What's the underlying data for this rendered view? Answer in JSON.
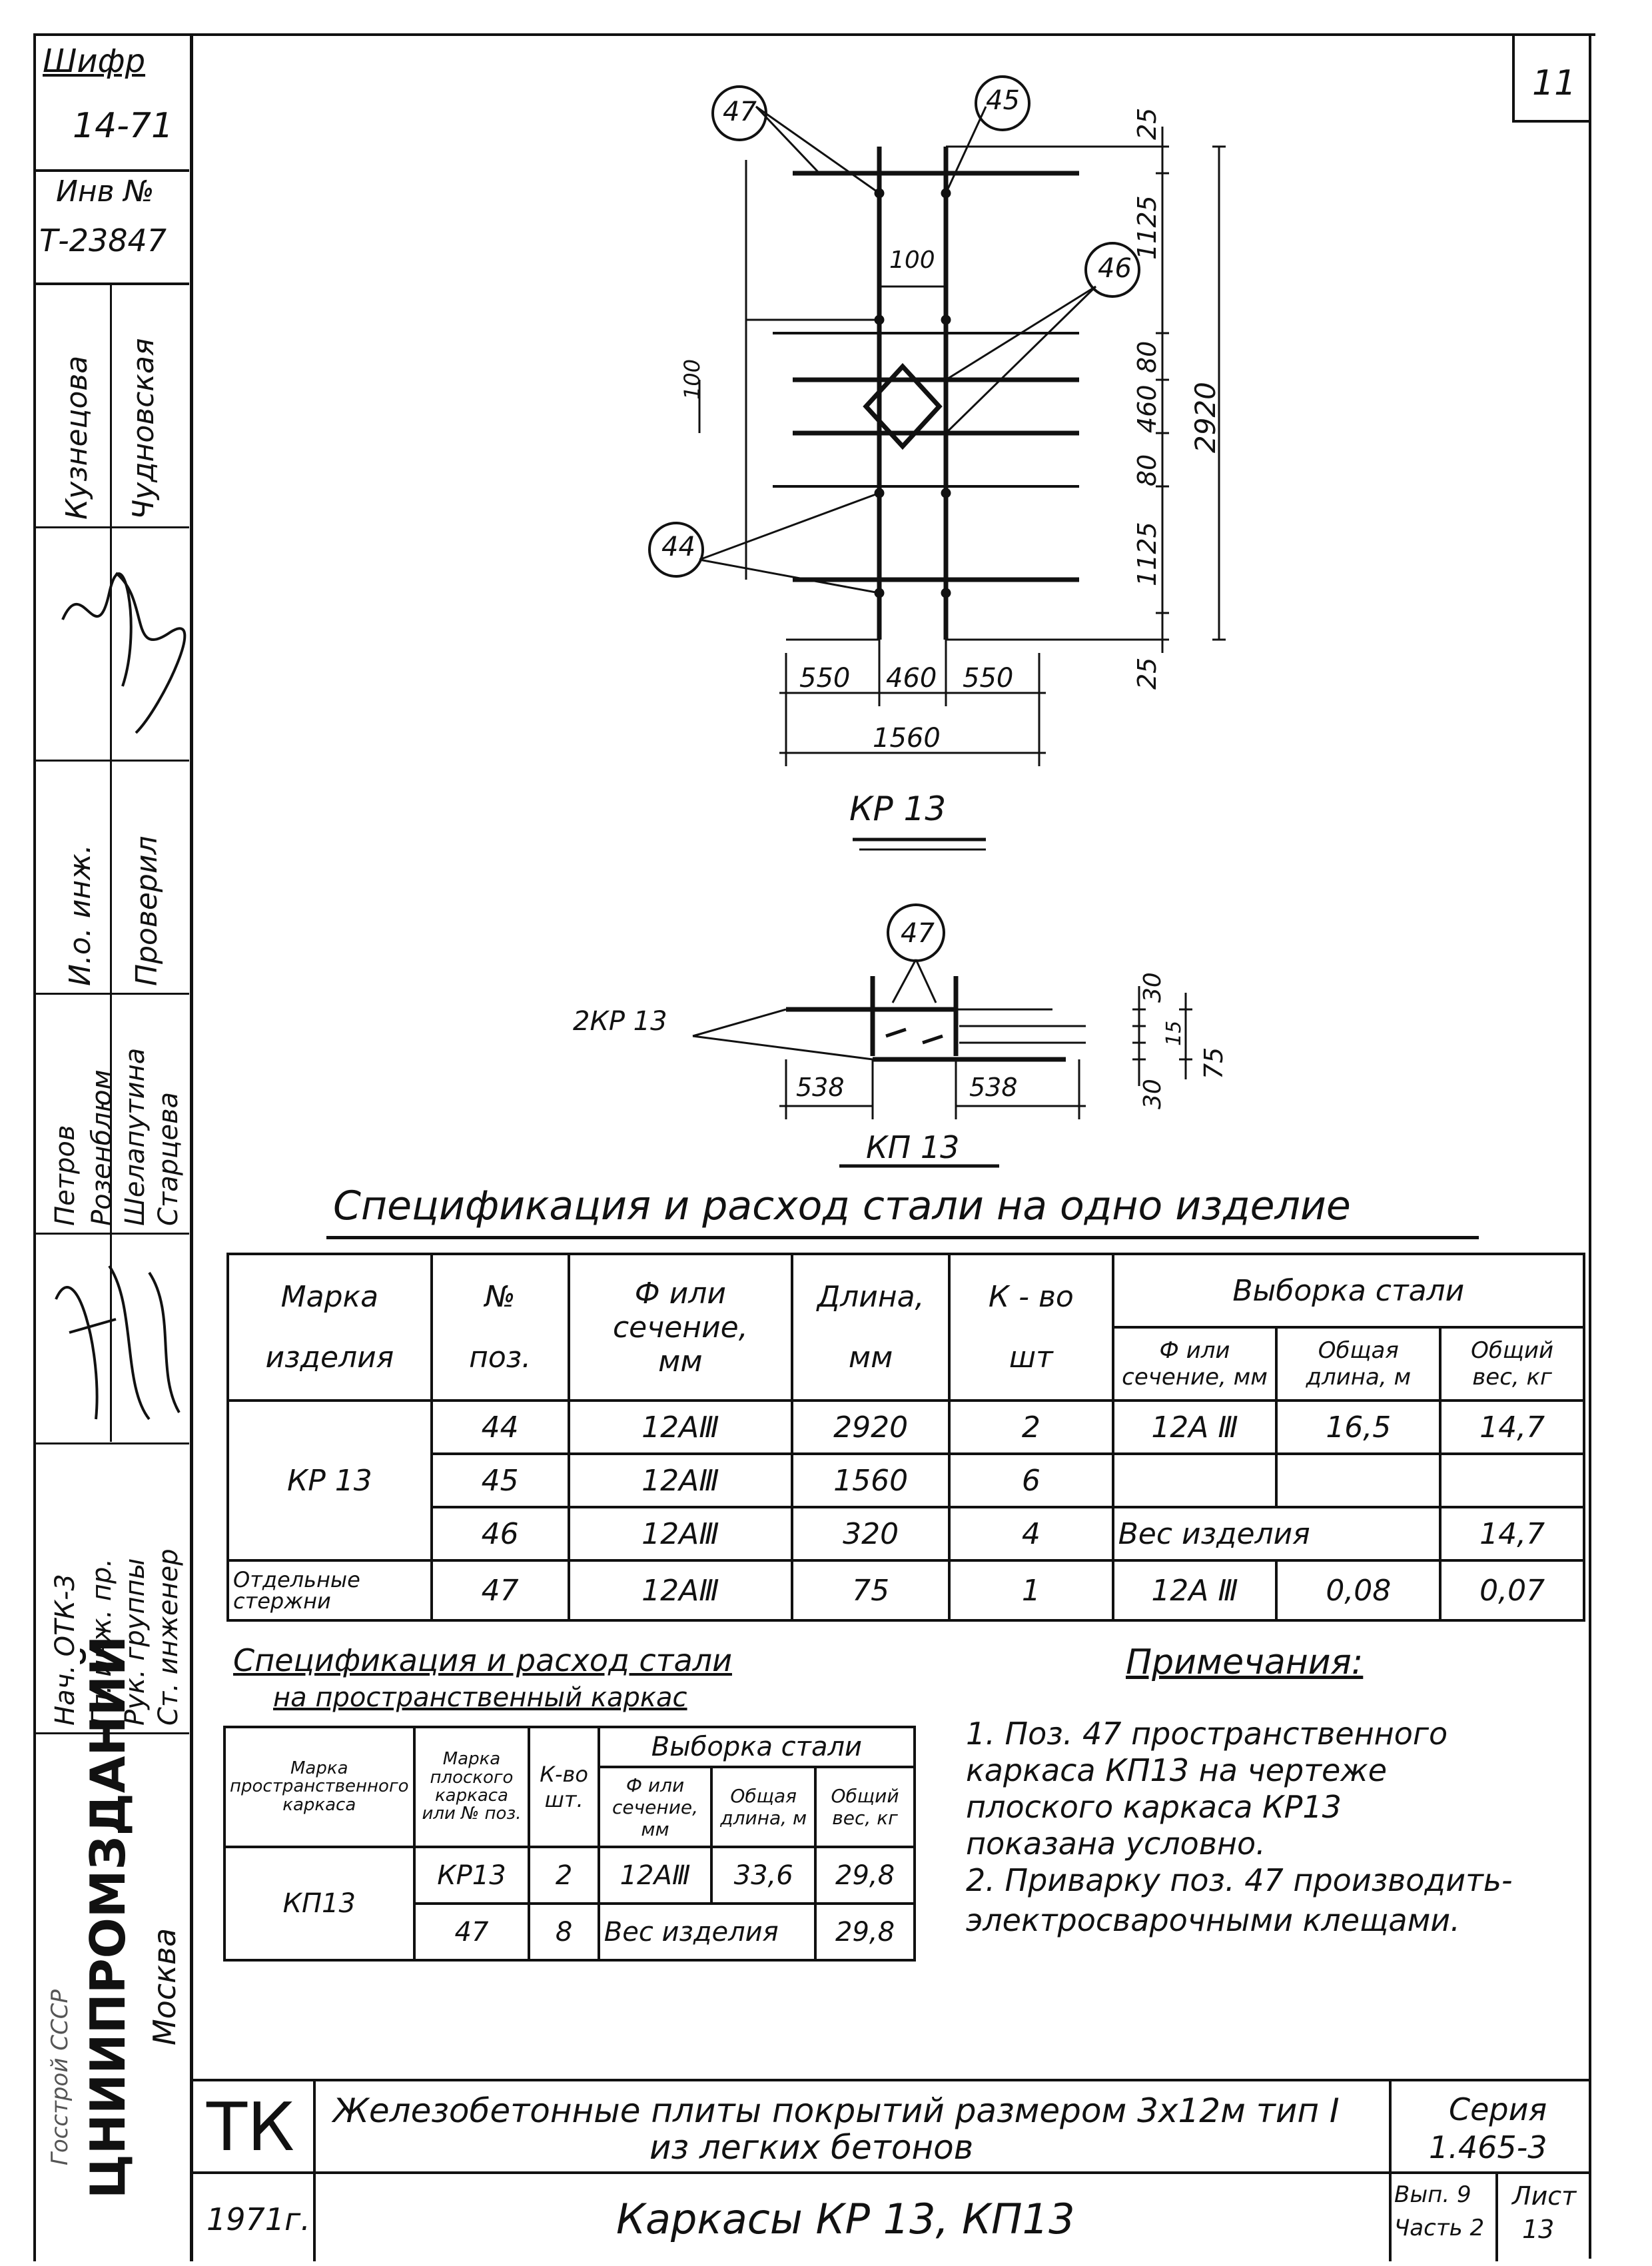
{
  "sheet_number": "11",
  "side": {
    "cipher_label": "Шифр",
    "cipher_value": "14-71",
    "inv_label": "Инв №",
    "inv_value": "Т-23847",
    "names_col1": [
      "Кузнецова",
      "Петров",
      "Розенблюм",
      "Шелапутина",
      "Старцева"
    ],
    "names_col2": [
      "Чудновская"
    ],
    "roles": [
      "И.о. инж.",
      "Проверил",
      "Нач. ОТК-3",
      "Гл. инж. пр.",
      "Рук. группы",
      "Ст. инженер"
    ],
    "org": "ЦНИИПРОМЗДАНИЙ",
    "org_small": "Госстрой СССР",
    "city": "Москва"
  },
  "drawing1": {
    "title": "КР 13",
    "callouts": [
      "47",
      "45",
      "46",
      "44"
    ],
    "dims_right": [
      "25",
      "1125",
      "80",
      "460",
      "80",
      "1125",
      "25",
      "2920"
    ],
    "dim_100_top": "100",
    "dim_100_left": "100",
    "dims_bottom": [
      "550",
      "460",
      "550"
    ],
    "dim_total": "1560"
  },
  "drawing2": {
    "title": "КП 13",
    "label": "2КР 13",
    "callout": "47",
    "dims_right": [
      "30",
      "15",
      "30",
      "75"
    ],
    "dims_bottom": [
      "538",
      "538"
    ]
  },
  "spec1": {
    "title": "Спецификация и расход стали на одно изделие",
    "headers": {
      "mark": "Марка",
      "mark2": "изделия",
      "pos": "№",
      "pos2": "поз.",
      "section": "Ф или сечение,",
      "section2": "мм",
      "length": "Длина,",
      "length2": "мм",
      "qty": "К - во",
      "qty2": "шт",
      "selection": "Выборка стали",
      "sub_section": "Ф или сечение, мм",
      "sub_length": "Общая длина, м",
      "sub_weight": "Общий вес, кг"
    },
    "rows": [
      {
        "mark": "КР 13",
        "pos": "44",
        "section": "12АⅢ",
        "length": "2920",
        "qty": "2",
        "s_sec": "12А Ⅲ",
        "s_len": "16,5",
        "s_wt": "14,7"
      },
      {
        "pos": "45",
        "section": "12АⅢ",
        "length": "1560",
        "qty": "6",
        "s_sec": "",
        "s_len": "",
        "s_wt": ""
      },
      {
        "pos": "46",
        "section": "12АⅢ",
        "length": "320",
        "qty": "4",
        "weight_label": "Вес изделия",
        "s_wt": "14,7"
      },
      {
        "mark": "Отдельные стержни",
        "pos": "47",
        "section": "12АⅢ",
        "length": "75",
        "qty": "1",
        "s_sec": "12А Ⅲ",
        "s_len": "0,08",
        "s_wt": "0,07"
      }
    ]
  },
  "spec2": {
    "title": "Спецификация и расход стали",
    "title2": "на пространственный каркас",
    "headers": {
      "mark": "Марка пространственного каркаса",
      "flat": "Марка плоского каркаса или № поз.",
      "qty": "К-во шт.",
      "selection": "Выборка стали",
      "sub_section": "Ф или сечение, мм",
      "sub_length": "Общая длина, м",
      "sub_weight": "Общий вес, кг"
    },
    "rows": [
      {
        "mark": "КП13",
        "flat": "КР13",
        "qty": "2",
        "s_sec": "12АⅢ",
        "s_len": "33,6",
        "s_wt": "29,8"
      },
      {
        "flat": "47",
        "qty": "8",
        "weight_label": "Вес изделия",
        "s_wt": "29,8"
      }
    ]
  },
  "notes": {
    "title": "Примечания:",
    "lines": [
      "1. Поз. 47 пространственного",
      "каркаса КП13 на чертеже",
      "плоского каркаса КР13",
      "показана условно.",
      "2. Приварку поз. 47 производить-",
      "электросварочными клещами."
    ]
  },
  "title_block": {
    "tk": "ТК",
    "year": "1971г.",
    "title1": "Железобетонные плиты покрытий размером 3х12м тип I",
    "title2": "из легких бетонов",
    "subtitle": "Каркасы КР 13, КП13",
    "series_label": "Серия",
    "series_value": "1.465-3",
    "issue": "Вып. 9",
    "part": "Часть 2",
    "sheet_label": "Лист",
    "sheet_value": "13"
  }
}
